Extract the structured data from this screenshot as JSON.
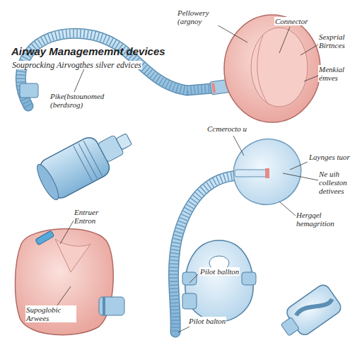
{
  "diagram": {
    "title": "Airway Managememnt devices",
    "labels": [
      "Souprocking Airvogthes silver edvices",
      "Pellowery (argnoy",
      "Connector",
      "Sexprial Birtnces",
      "Menkial émves",
      "Pike(bstounomed (berdsrog)",
      "Ccmerocto u",
      "Laynges tuor",
      "Ne uih colleston detivees",
      "Hergqel hemagrition",
      "Entruer Entron",
      "Supoglobic Arwees",
      "Pilot ballton",
      "Pilot balton"
    ]
  }
}
